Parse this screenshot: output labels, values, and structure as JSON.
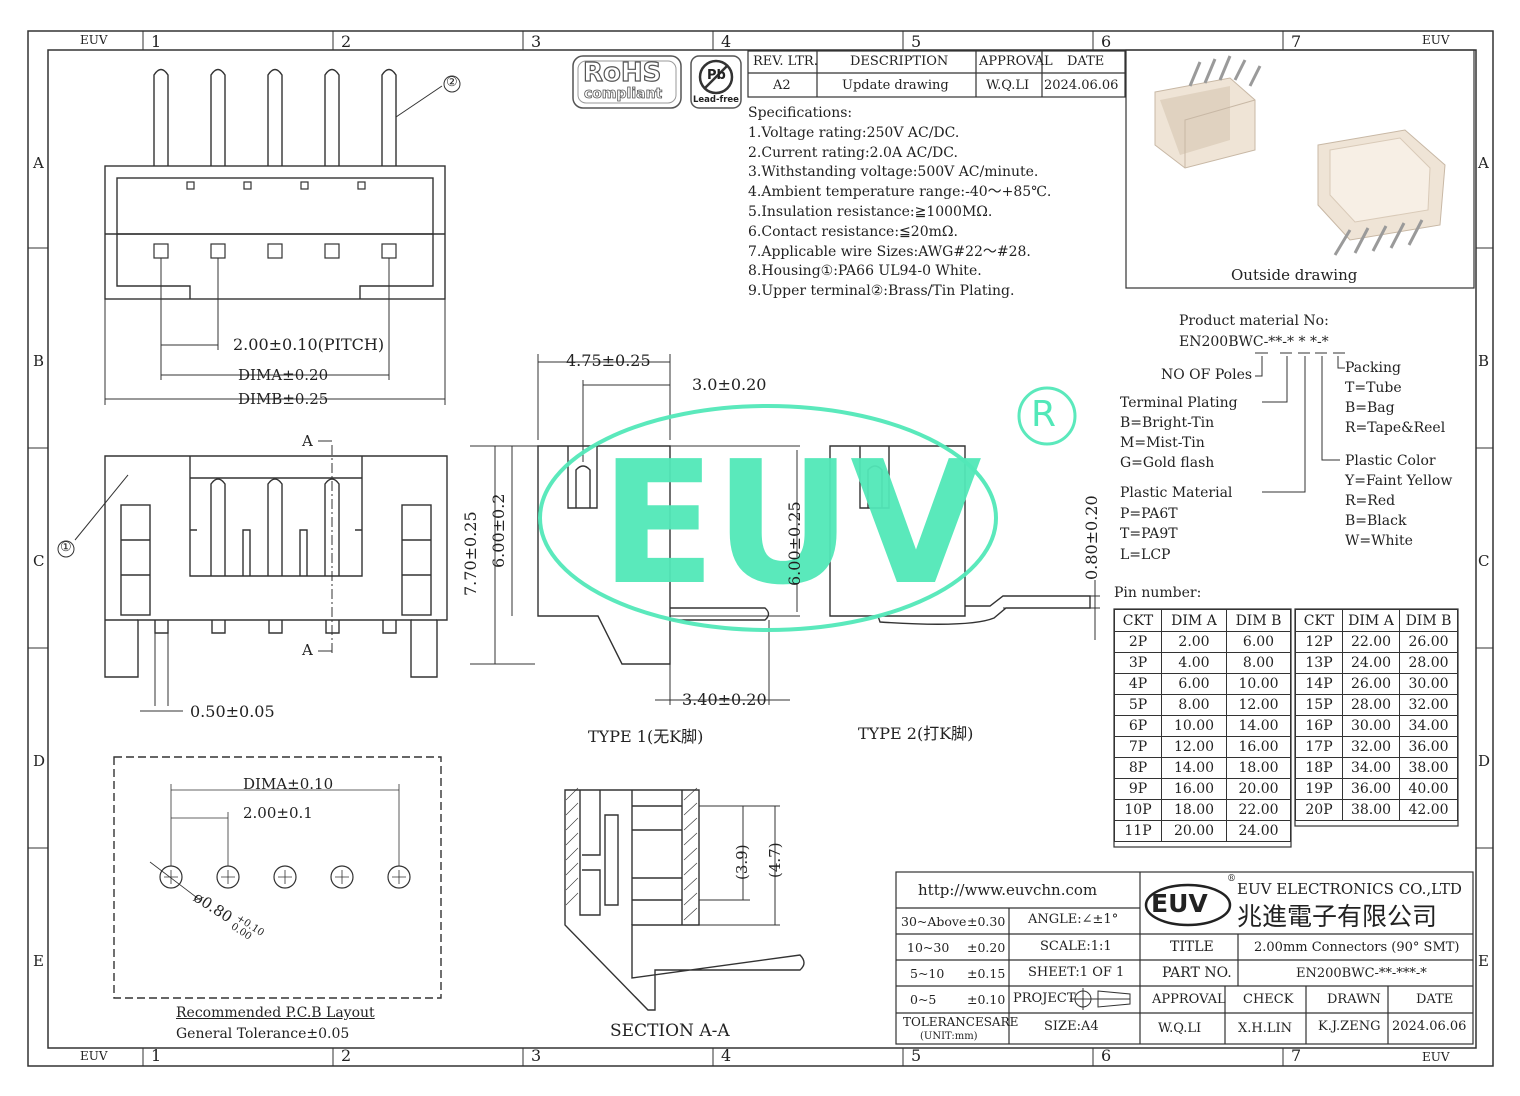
{
  "frame": {
    "top_cols": [
      "1",
      "2",
      "3",
      "4",
      "5",
      "6",
      "7"
    ],
    "rows": [
      "A",
      "B",
      "C",
      "D",
      "E"
    ],
    "corner": "EUV"
  },
  "badges": {
    "rohs_top": "RoHS",
    "rohs_bottom": "compliant",
    "pb": "Pb",
    "leadfree": "Lead-free"
  },
  "revision": {
    "headers": [
      "REV. LTR.",
      "DESCRIPTION",
      "APPROVAL",
      "DATE"
    ],
    "row": [
      "A2",
      "Update drawing",
      "W.Q.LI",
      "2024.06.06"
    ]
  },
  "specs": {
    "title": "Specifications:",
    "items": [
      "1.Voltage rating:250V AC/DC.",
      "2.Current rating:2.0A AC/DC.",
      "3.Withstanding voltage:500V AC/minute.",
      "4.Ambient temperature range:-40～+85℃.",
      "5.Insulation resistance:≧1000MΩ.",
      "6.Contact resistance:≦20mΩ.",
      "7.Applicable wire Sizes:AWG#22～#28.",
      "8.Housing①:PA66 UL94-0 White.",
      "9.Upper terminal②:Brass/Tin Plating."
    ]
  },
  "outside_drawing": "Outside drawing",
  "part_code": {
    "title": "Product material No:",
    "code": "EN200BWC-**-* * *-*",
    "no_poles": "NO OF Poles",
    "terminal_title": "Terminal Plating",
    "terminal_items": [
      "B=Bright-Tin",
      "M=Mist-Tin",
      "G=Gold flash"
    ],
    "material_title": "Plastic Material",
    "material_items": [
      "P=PA6T",
      "T=PA9T",
      "L=LCP"
    ],
    "packing_title": "Packing",
    "packing_items": [
      "T=Tube",
      "B=Bag",
      "R=Tape&Reel"
    ],
    "color_title": "Plastic Color",
    "color_items": [
      "Y=Faint Yellow",
      "R=Red",
      "B=Black",
      "W=White"
    ]
  },
  "pin_table": {
    "title": "Pin number:",
    "headers": [
      "CKT",
      "DIM A",
      "DIM B"
    ],
    "left": [
      [
        "2P",
        "2.00",
        "6.00"
      ],
      [
        "3P",
        "4.00",
        "8.00"
      ],
      [
        "4P",
        "6.00",
        "10.00"
      ],
      [
        "5P",
        "8.00",
        "12.00"
      ],
      [
        "6P",
        "10.00",
        "14.00"
      ],
      [
        "7P",
        "12.00",
        "16.00"
      ],
      [
        "8P",
        "14.00",
        "18.00"
      ],
      [
        "9P",
        "16.00",
        "20.00"
      ],
      [
        "10P",
        "18.00",
        "22.00"
      ],
      [
        "11P",
        "20.00",
        "24.00"
      ]
    ],
    "right": [
      [
        "12P",
        "22.00",
        "26.00"
      ],
      [
        "13P",
        "24.00",
        "28.00"
      ],
      [
        "14P",
        "26.00",
        "30.00"
      ],
      [
        "15P",
        "28.00",
        "32.00"
      ],
      [
        "16P",
        "30.00",
        "34.00"
      ],
      [
        "17P",
        "32.00",
        "36.00"
      ],
      [
        "18P",
        "34.00",
        "38.00"
      ],
      [
        "19P",
        "36.00",
        "40.00"
      ],
      [
        "20P",
        "38.00",
        "42.00"
      ]
    ]
  },
  "dims": {
    "pitch": "2.00±0.10(PITCH)",
    "dima": "DIMA±0.20",
    "dimb": "DIMB±0.25",
    "pin_w": "0.50±0.05",
    "d475": "4.75±0.25",
    "d30": "3.0±0.20",
    "d770": "7.70±0.25",
    "d600a": "6.00±0.2",
    "d600b": "6.00±0.25",
    "d340": "3.40±0.20",
    "d080": "0.80±0.20",
    "pcb_dima": "DIMA±0.10",
    "pcb_pitch": "2.00±0.1",
    "hole": "ø0.80",
    "hole_tol_up": "+0.10",
    "hole_tol_dn": "0.00",
    "sec_39": "(3.9)",
    "sec_47": "(4.7)",
    "label_a": "A",
    "circle1": "①",
    "circle2": "②"
  },
  "captions": {
    "type1": "TYPE 1(无K脚)",
    "type2": "TYPE 2(打K脚)",
    "section": "SECTION A-A",
    "pcb1": "Recommended P.C.B Layout",
    "pcb2": "General Tolerance±0.05"
  },
  "watermark": {
    "text": "EUV",
    "reg": "R",
    "color": "#52e8b8"
  },
  "title_block": {
    "url": "http://www.euvchn.com",
    "company_en": "EUV ELECTRONICS CO.,LTD",
    "company_cn": "兆進電子有限公司",
    "logo": "EUV",
    "tol": [
      [
        "30~Above",
        "±0.30"
      ],
      [
        "10~30",
        "±0.20"
      ],
      [
        "5~10",
        "±0.15"
      ],
      [
        "0~5",
        "±0.10"
      ]
    ],
    "tol_footer_1": "TOLERANCESARE",
    "tol_footer_2": "(UNIT:mm)",
    "angle": "ANGLE:∠±1°",
    "scale": "SCALE:1:1",
    "sheet": "SHEET:1 OF 1",
    "project": "PROJECT",
    "size": "SIZE:A4",
    "title_lbl": "TITLE",
    "title_val": "2.00mm Connectors (90° SMT)",
    "part_lbl": "PART NO.",
    "part_val": "EN200BWC-**-***-*",
    "sign_headers": [
      "APPROVAL",
      "CHECK",
      "DRAWN",
      "DATE"
    ],
    "sign_values": [
      "W.Q.LI",
      "X.H.LIN",
      "K.J.ZENG",
      "2024.06.06"
    ]
  }
}
